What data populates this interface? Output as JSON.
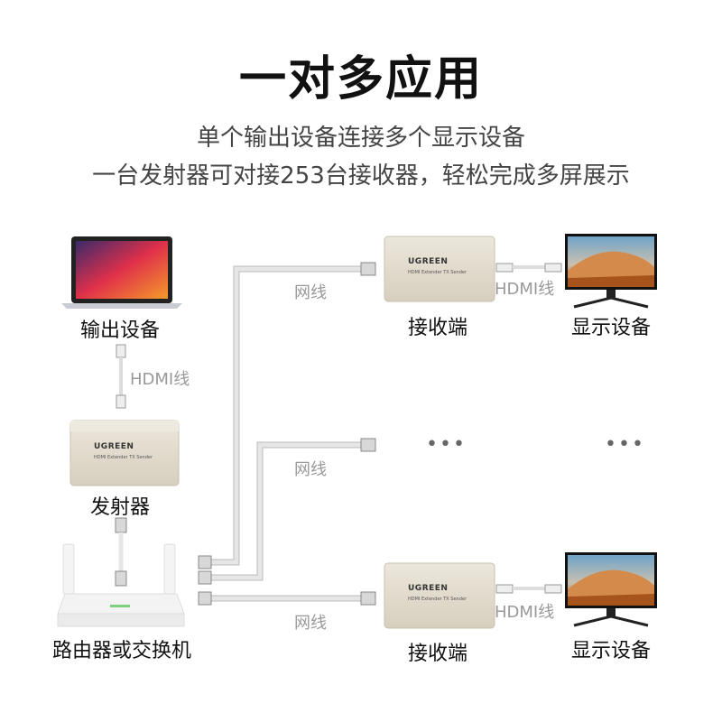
{
  "header": {
    "title": "一对多应用",
    "subtitle_line1": "单个输出设备连接多个显示设备",
    "subtitle_line2": "一台发射器可对接253台接收器，轻松完成多屏展示"
  },
  "devices": {
    "output": "输出设备",
    "transmitter": "发射器",
    "router": "路由器或交换机",
    "receiver": "接收端",
    "display": "显示设备"
  },
  "cables": {
    "hdmi": "HDMI线",
    "network": "网线"
  },
  "ellipsis": "•••",
  "extender": {
    "brand": "UGREEN",
    "model": "HDMI Extender TX Sender"
  },
  "colors": {
    "extender_body": "#ddd6c8",
    "cable": "#e6e6e6",
    "label_grey": "#999999"
  }
}
